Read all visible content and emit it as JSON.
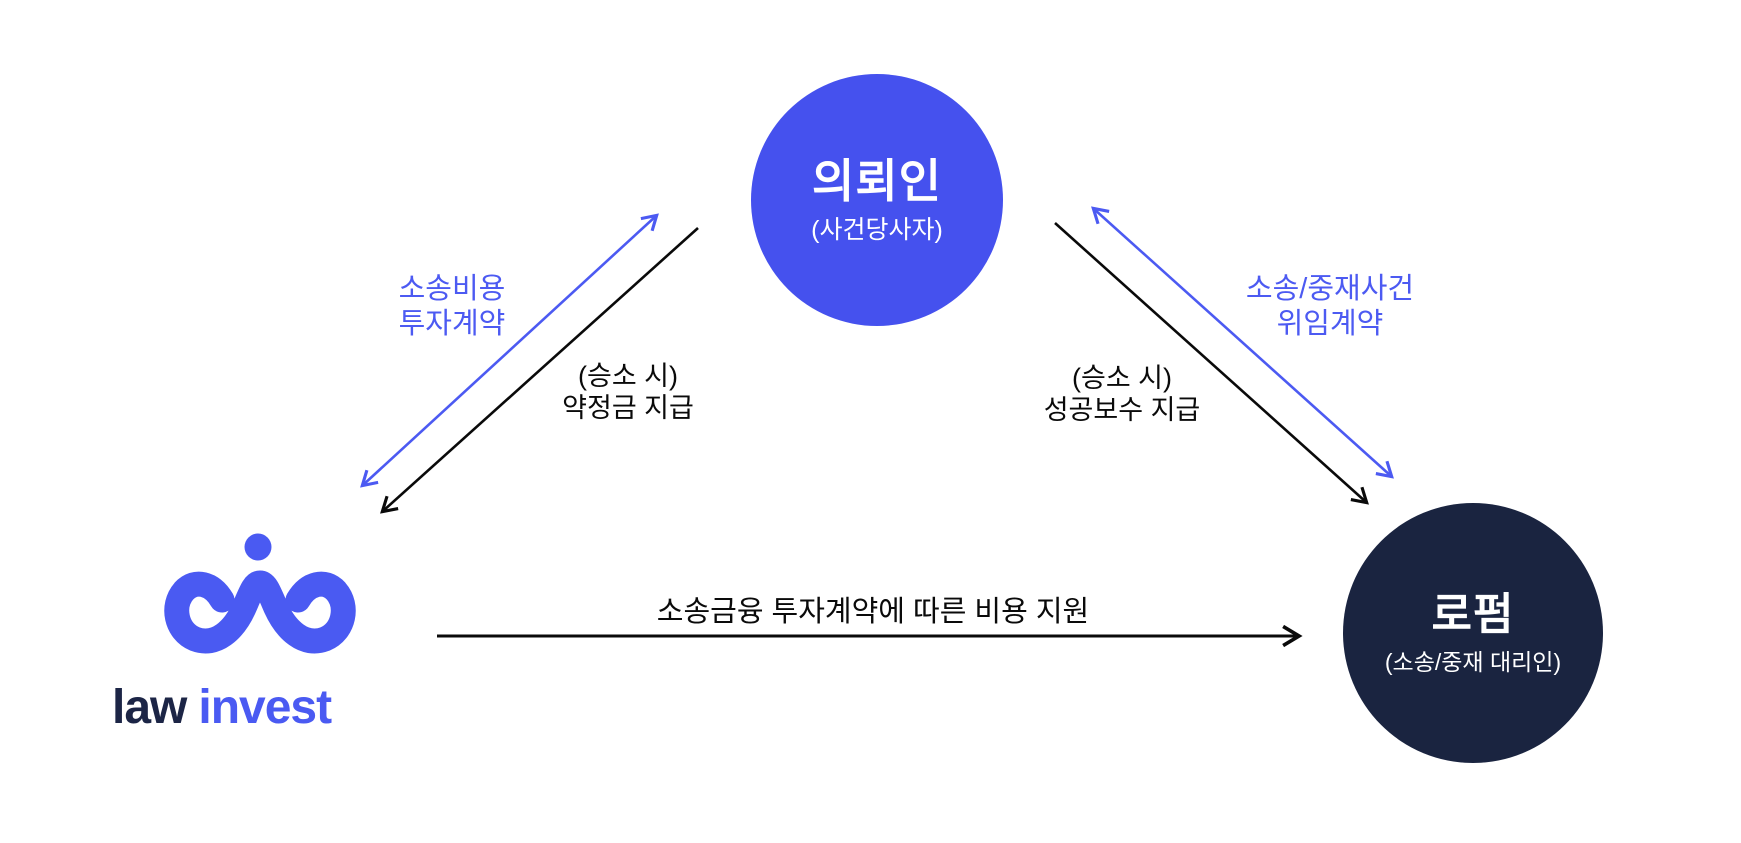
{
  "diagram": {
    "title_context": "litigation funding relationship diagram",
    "colors": {
      "accent_blue": "#4c5af2",
      "client_circle_blue": "#4551ee",
      "lawfirm_circle_navy": "#1a2440",
      "arrow_black": "#0a0a0a"
    },
    "client_node": {
      "title": "의뢰인",
      "subtitle": "(사건당사자)"
    },
    "lawfirm_node": {
      "title": "로펌",
      "subtitle": "(소송/중재 대리인)"
    },
    "logo": {
      "word1": "law",
      "word2": "invest",
      "mark": "lawinvest-infinity-person-mark"
    },
    "edges": {
      "left_blue": {
        "line1": "소송비용",
        "line2": "투자계약",
        "direction": "double",
        "between": [
          "lawinvest",
          "client"
        ]
      },
      "left_black": {
        "line1": "(승소 시)",
        "line2": "약정금 지급",
        "direction": "single",
        "from": "client",
        "to": "lawinvest"
      },
      "right_blue": {
        "line1": "소송/중재사건",
        "line2": "위임계약",
        "direction": "double",
        "between": [
          "client",
          "lawfirm"
        ]
      },
      "right_black": {
        "line1": "(승소 시)",
        "line2": "성공보수 지급",
        "direction": "single",
        "from": "client",
        "to": "lawfirm"
      },
      "bottom_black": {
        "label": "소송금융 투자계약에 따른 비용 지원",
        "direction": "single",
        "from": "lawinvest",
        "to": "lawfirm"
      }
    }
  }
}
